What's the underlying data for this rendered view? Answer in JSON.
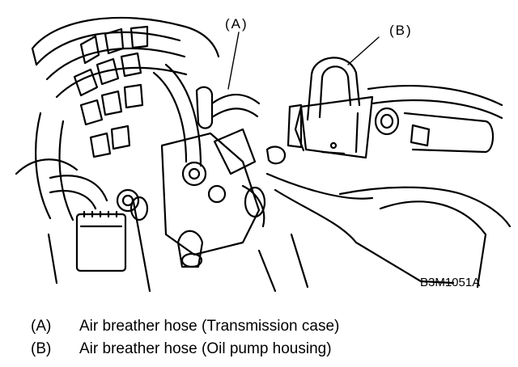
{
  "diagram": {
    "callouts": {
      "a": "(A)",
      "b": "(B)"
    },
    "figure_code": "B3M1051A",
    "legend": [
      {
        "key": "(A)",
        "text": "Air breather hose (Transmission case)"
      },
      {
        "key": "(B)",
        "text": "Air breather hose (Oil pump housing)"
      }
    ],
    "ink_color": "#000000",
    "background_color": "#ffffff"
  }
}
